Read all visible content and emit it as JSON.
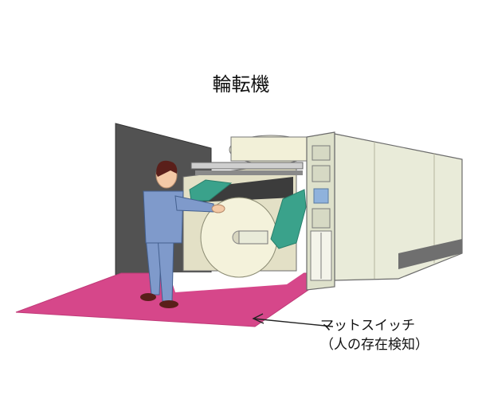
{
  "title": "輪転機",
  "callout": {
    "line1": "マットスイッチ",
    "line2": "（人の存在検知）"
  },
  "colors": {
    "mat": "#d6478a",
    "mat_edge": "#c03a78",
    "machine_body": "#e9ebd9",
    "guard_panel": "#525252",
    "roll": "#f2f0d8",
    "teal": "#3aa28b",
    "worker_shirt": "#7f9acb",
    "worker_hair": "#5a1f1a"
  },
  "icons": [
    "mat-switch-icon",
    "worker-icon",
    "press-machine-icon",
    "arrow-icon"
  ]
}
